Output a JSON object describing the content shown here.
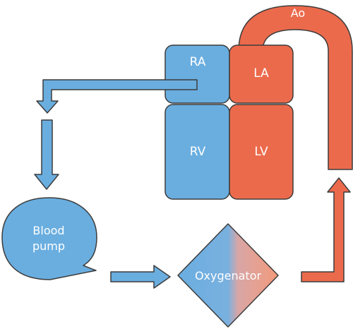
{
  "diagram": {
    "chambers": {
      "ra": "RA",
      "la": "LA",
      "rv": "RV",
      "lv": "LV"
    },
    "aorta_label": "Ao",
    "pump_label_line1": "Blood",
    "pump_label_line2": "pump",
    "oxygenator_label": "Oxygenator",
    "colors": {
      "deoxygenated": "#6aaee0",
      "oxygenated": "#ec6a4c",
      "outline": "#3c3c3c",
      "text": "#ffffff"
    }
  }
}
